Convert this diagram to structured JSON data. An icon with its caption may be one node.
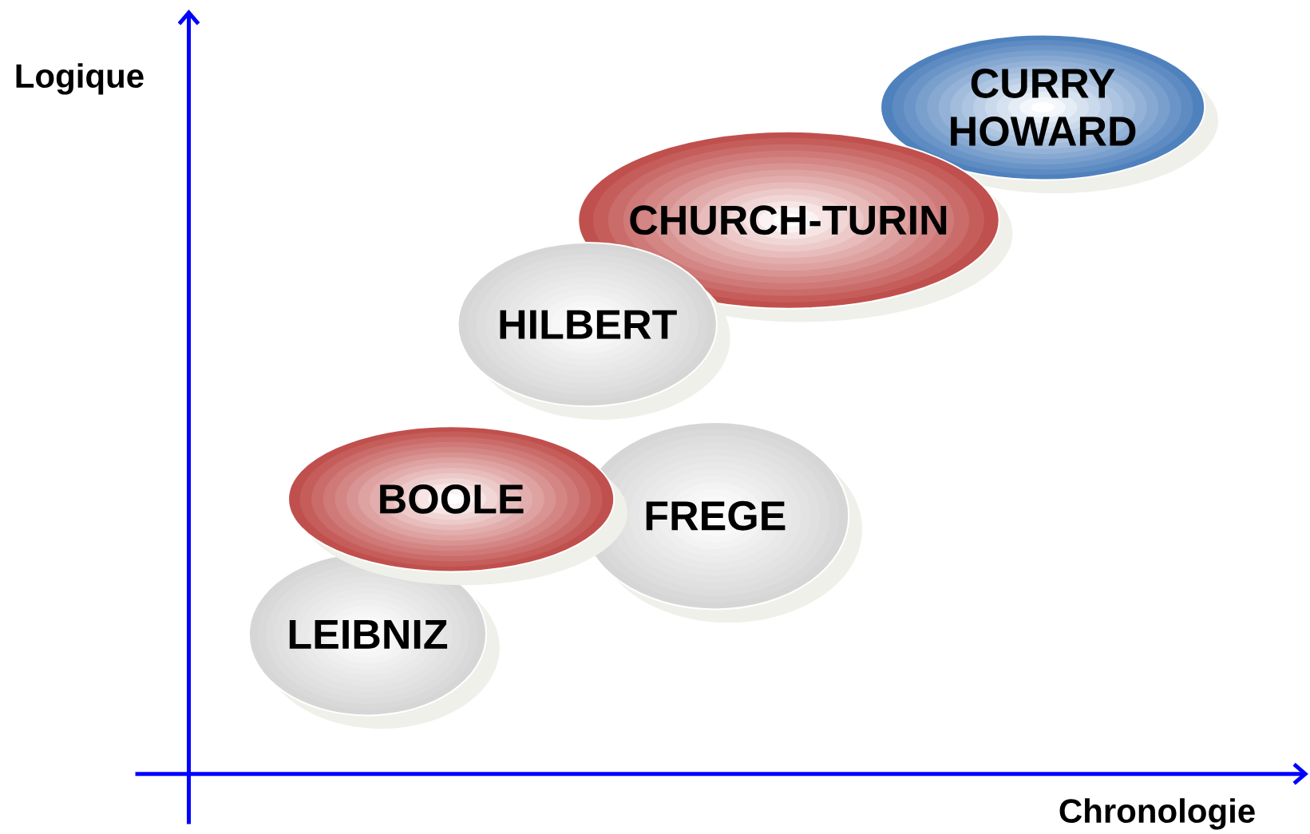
{
  "diagram": {
    "nodes": [
      {
        "text": [
          "CURRY HOWARD"
        ]
      },
      {
        "text": [
          "CHURCH-TURIN"
        ]
      },
      {
        "text": [
          "HILBERT"
        ]
      },
      {
        "text": [
          "BOOLE"
        ]
      },
      {
        "text": [
          "FREGE"
        ]
      },
      {
        "text": [
          "LEIBNIZ"
        ]
      }
    ],
    "labels": [
      "Logique",
      "Chronologie"
    ]
  }
}
